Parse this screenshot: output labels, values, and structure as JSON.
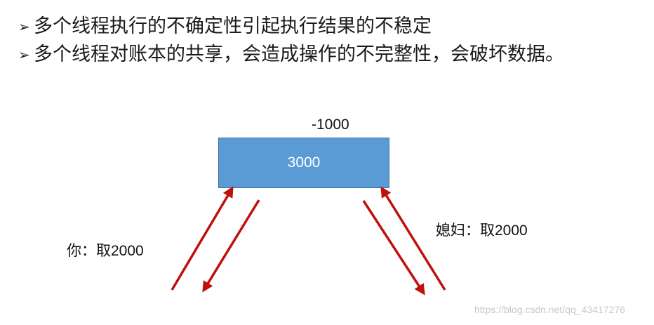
{
  "bullets": [
    {
      "marker": "➢",
      "text": "多个线程执行的不确定性引起执行结果的不稳定"
    },
    {
      "marker": "➢",
      "text": "多个线程对账本的共享，会造成操作的不完整性，会破坏数据。"
    }
  ],
  "diagram": {
    "change_label": "-1000",
    "account_value": "3000",
    "account_color": "#5b9bd5",
    "arrow_color": "#c0100c",
    "you_label": "你：取2000",
    "wife_label": "媳妇：取2000"
  },
  "watermark": "https://blog.csdn.net/qq_43417276"
}
